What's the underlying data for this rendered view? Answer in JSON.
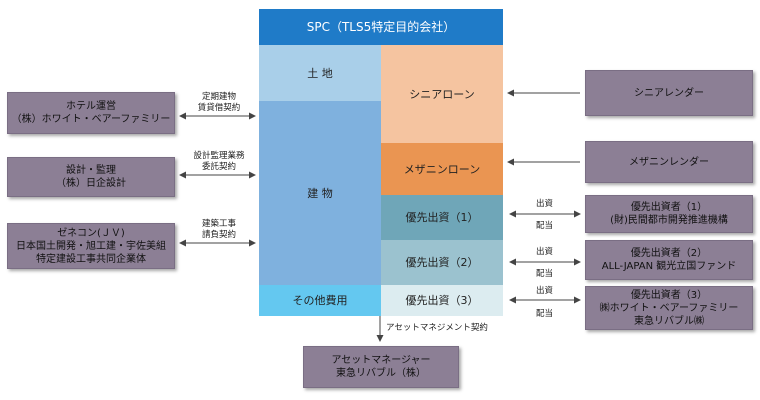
{
  "spc": {
    "title": "SPC（TLS5特定目的会社）",
    "assets": {
      "land": "土 地",
      "building": "建 物",
      "other": "その他費用"
    },
    "liabilities": {
      "senior": "シニアローン",
      "mezzanine": "メザニンローン",
      "pref1": "優先出資（1）",
      "pref2": "優先出資（2）",
      "pref3": "優先出資（3）"
    }
  },
  "left": {
    "hotel": {
      "line1": "ホテル運営",
      "line2": "（株）ホワイト・ベアーファミリー",
      "contract": [
        "定期建物",
        "賃貸借契約"
      ]
    },
    "design": {
      "line1": "設計・監理",
      "line2": "（株）日企設計",
      "contract": [
        "設計監理業務",
        "委託契約"
      ]
    },
    "genecon": {
      "line1": "ゼネコン(ＪＶ)",
      "line2": "日本国土開発・旭工建・宇佐美組",
      "line3": "特定建設工事共同企業体",
      "contract": [
        "建築工事",
        "請負契約"
      ]
    }
  },
  "right": {
    "senior_lender": "シニアレンダー",
    "mezz_lender": "メザニンレンダー",
    "inv1": {
      "line1": "優先出資者（1）",
      "line2": "(財)民間都市開発推進機構"
    },
    "inv2": {
      "line1": "優先出資者（2）",
      "line2": "ALL-JAPAN 観光立国ファンド"
    },
    "inv3": {
      "line1": "優先出資者（3）",
      "line2": "㈱ホワイト・ベアーファミリー",
      "line3": "東急リバブル㈱"
    },
    "flow_labels": {
      "invest": "出資",
      "dividend": "配当"
    }
  },
  "bottom": {
    "contract": "アセットマネジメント契約",
    "manager_line1": "アセットマネージャー",
    "manager_line2": "東急リバブル（株）"
  },
  "colors": {
    "title": "#1f7bc8",
    "land": "#a9cfe9",
    "building": "#7fb1de",
    "other": "#64c8f0",
    "senior": "#f5c4a0",
    "mezzanine": "#ea9552",
    "pref1": "#6fa6b8",
    "pref2": "#9bc2cf",
    "pref3": "#dcecf0",
    "side_box": "#8c7f95"
  }
}
